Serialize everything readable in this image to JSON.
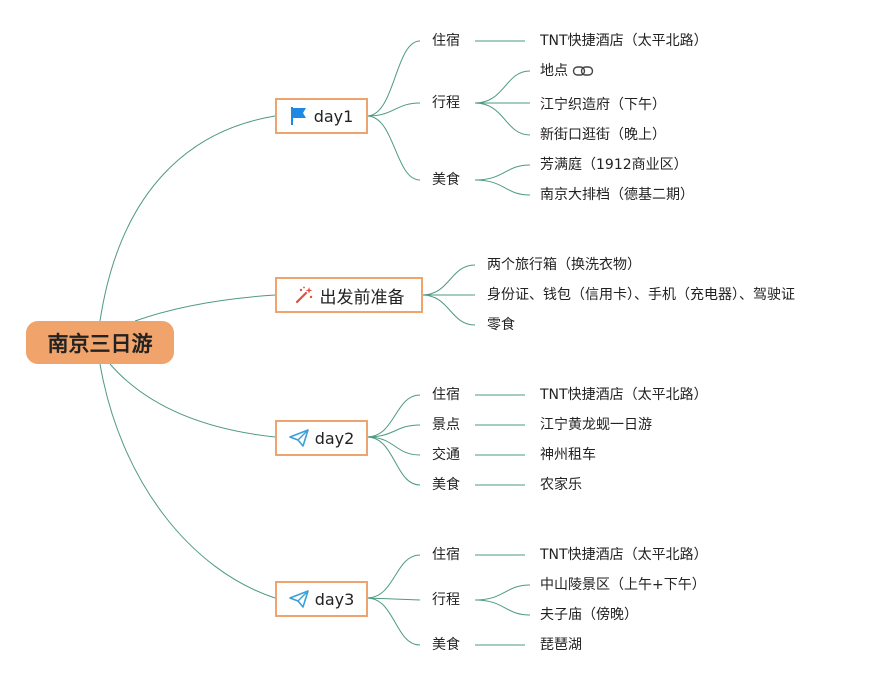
{
  "root": "南京三日游",
  "branches": [
    {
      "label": "day1",
      "icon": "flag-icon",
      "groups": [
        {
          "label": "住宿",
          "items": [
            "TNT快捷酒店（太平北路）"
          ]
        },
        {
          "label": "行程",
          "items": [
            "地点",
            "江宁织造府（下午）",
            "新街口逛街（晚上）"
          ]
        },
        {
          "label": "美食",
          "items": [
            "芳满庭（1912商业区）",
            "南京大排档（德基二期）"
          ]
        }
      ]
    },
    {
      "label": "出发前准备",
      "icon": "magic-wand-icon",
      "items": [
        "两个旅行箱（换洗衣物）",
        "身份证、钱包（信用卡）、手机（充电器）、驾驶证",
        "零食"
      ]
    },
    {
      "label": "day2",
      "icon": "paper-plane-icon",
      "groups": [
        {
          "label": "住宿",
          "items": [
            "TNT快捷酒店（太平北路）"
          ]
        },
        {
          "label": "景点",
          "items": [
            "江宁黄龙蚬一日游"
          ]
        },
        {
          "label": "交通",
          "items": [
            "神州租车"
          ]
        },
        {
          "label": "美食",
          "items": [
            "农家乐"
          ]
        }
      ]
    },
    {
      "label": "day3",
      "icon": "paper-plane-icon",
      "groups": [
        {
          "label": "住宿",
          "items": [
            "TNT快捷酒店（太平北路）"
          ]
        },
        {
          "label": "行程",
          "items": [
            "中山陵景区（上午+下午）",
            "夫子庙（傍晚）"
          ]
        },
        {
          "label": "美食",
          "items": [
            "琵琶湖"
          ]
        }
      ]
    }
  ],
  "colors": {
    "root_fill": "#f0a36a",
    "branch_border": "#eea46e",
    "line": "#4e9a82",
    "flag": "#1e88e5",
    "plane": "#3aa0d8"
  }
}
